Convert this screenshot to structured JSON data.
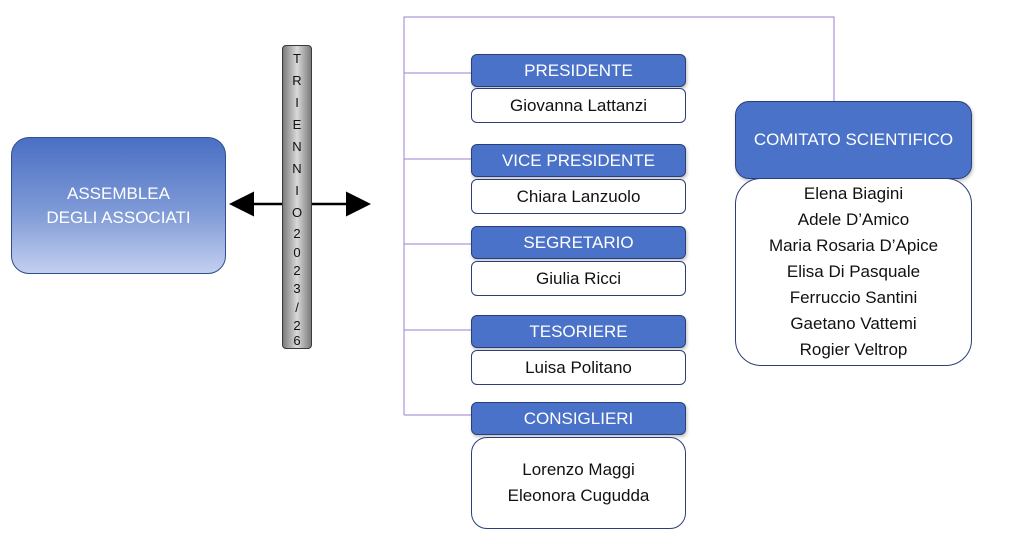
{
  "assembly": {
    "lines": [
      "ASSEMBLEA",
      "DEGLI ASSOCIATI"
    ]
  },
  "triennio": {
    "letters": [
      "T",
      "R",
      "I",
      "E",
      "N",
      "N",
      "I",
      "O"
    ],
    "years": [
      "2",
      "0",
      "2",
      "3",
      "/",
      "2",
      "6"
    ]
  },
  "roles": [
    {
      "title": "PRESIDENTE",
      "names": [
        "Giovanna Lattanzi"
      ]
    },
    {
      "title": "VICE PRESIDENTE",
      "names": [
        "Chiara Lanzuolo"
      ]
    },
    {
      "title": "SEGRETARIO",
      "names": [
        "Giulia Ricci"
      ]
    },
    {
      "title": "TESORIERE",
      "names": [
        "Luisa Politano"
      ]
    },
    {
      "title": "CONSIGLIERI",
      "names": [
        "Lorenzo Maggi",
        "Eleonora Cugudda"
      ]
    }
  ],
  "comitato": {
    "title": "COMITATO SCIENTIFICO",
    "members": [
      "Elena Biagini",
      "Adele D’Amico",
      "Maria Rosaria D’Apice",
      "Elisa Di Pasquale",
      "Ferruccio Santini",
      "Gaetano Vattemi",
      "Rogier Veltrop"
    ]
  },
  "colors": {
    "role_fill": "#4a72c8",
    "border": "#2a3f7a",
    "connector": "#9b7fd1",
    "arrow": "#000000"
  }
}
